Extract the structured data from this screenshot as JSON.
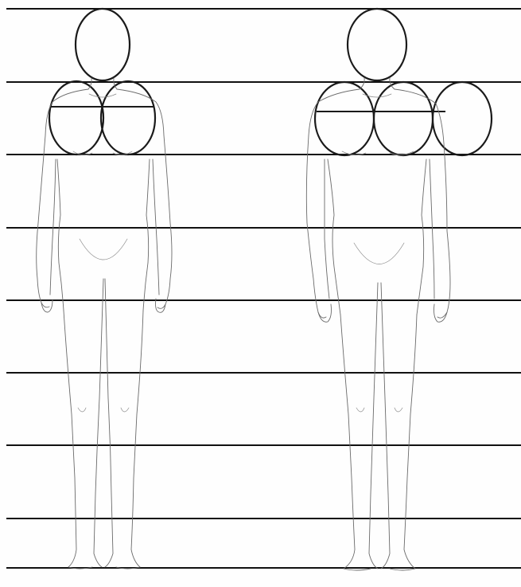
{
  "diagram": {
    "type": "figure-proportion-study",
    "guideline_count": 9,
    "figures": [
      {
        "label": "",
        "head_units_across_shoulders": 2
      },
      {
        "label": "",
        "head_units_across_shoulders": 3
      }
    ],
    "colors": {
      "guide": "#111111",
      "circle": "#1a1a1a",
      "body_outline": "#6a6a6a"
    }
  }
}
